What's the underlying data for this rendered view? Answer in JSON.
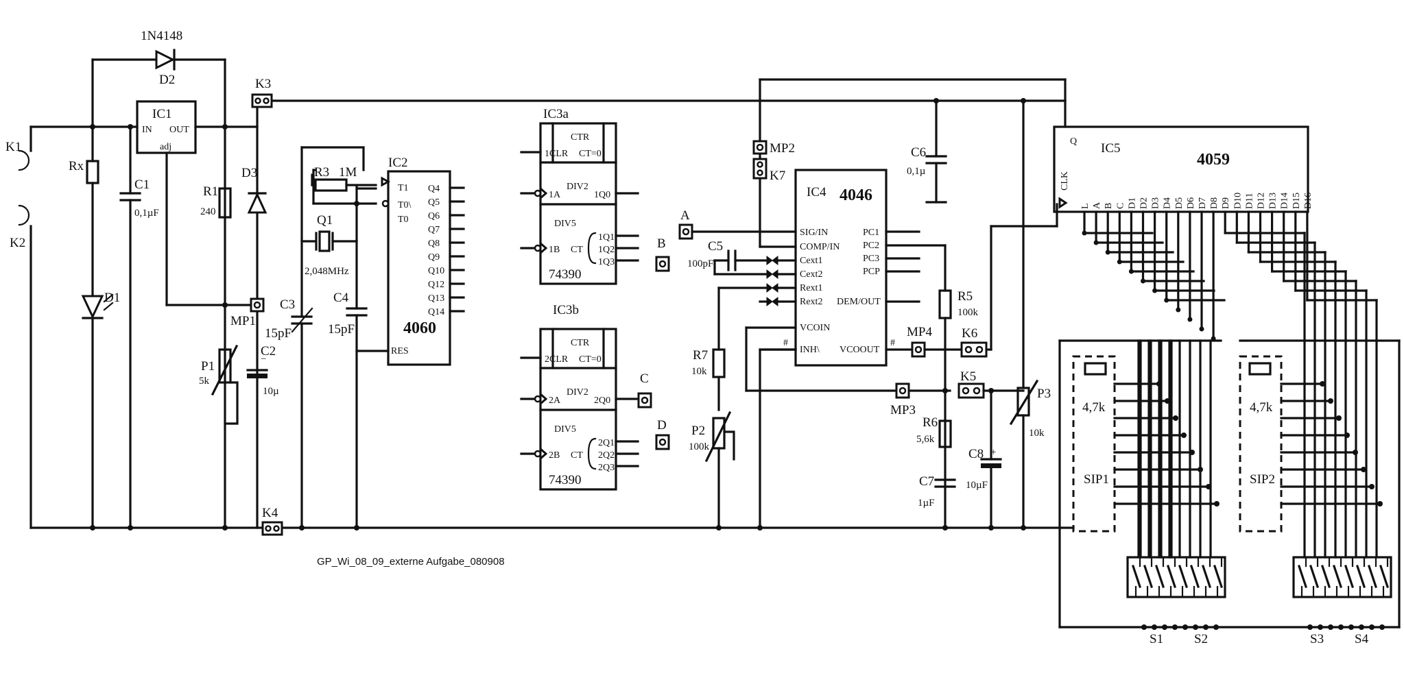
{
  "footer": "GP_Wi_08_09_externe Aufgabe_080908",
  "connectors": {
    "k1": "K1",
    "k2": "K2",
    "k3": "K3",
    "k4": "K4",
    "k5": "K5",
    "k6": "K6",
    "k7": "K7"
  },
  "measure_points": {
    "mp1": "MP1",
    "mp2": "MP2",
    "mp3": "MP3",
    "mp4": "MP4"
  },
  "test_points": {
    "a": "A",
    "b": "B",
    "c": "C",
    "d": "D"
  },
  "components": {
    "d2_type": "1N4148",
    "d2": "D2",
    "d1": "D1",
    "d3": "D3",
    "rx": "Rx",
    "c1": "C1",
    "c1_val": "0,1µF",
    "r1": "R1",
    "r1_val": "240",
    "p1": "P1",
    "p1_val": "5k",
    "c2": "C2",
    "c2_val": "10µ",
    "c2_pol": "−",
    "c3": "C3",
    "c3_val": "15pF",
    "r3": "R3",
    "r3_val": "1M",
    "q1": "Q1",
    "q1_val": "2,048MHz",
    "c4": "C4",
    "c4_val": "15pF",
    "c5": "C5",
    "c5_val": "100pF",
    "r7": "R7",
    "r7_val": "10k",
    "p2": "P2",
    "p2_val": "100k",
    "c6": "C6",
    "c6_val": "0,1µ",
    "r5": "R5",
    "r5_val": "100k",
    "r6": "R6",
    "r6_val": "5,6k",
    "c7": "C7",
    "c7_val": "1µF",
    "c8": "C8",
    "c8_val": "10µF",
    "c8_pol": "+",
    "p3": "P3",
    "p3_val": "10k",
    "sip1": "SIP1",
    "sip1_val": "4,7k",
    "sip2": "SIP2",
    "sip2_val": "4,7k",
    "s1": "S1",
    "s2": "S2",
    "s3": "S3",
    "s4": "S4"
  },
  "ic1": {
    "name": "IC1",
    "in": "IN",
    "out": "OUT",
    "adj": "adj"
  },
  "ic2": {
    "name": "IC2",
    "part": "4060",
    "pins_left": [
      "T1",
      "T0\\",
      "T0"
    ],
    "res": "RES",
    "pins_right": [
      "Q4",
      "Q5",
      "Q6",
      "Q7",
      "Q8",
      "Q9",
      "Q10",
      "Q12",
      "Q13",
      "Q14"
    ]
  },
  "ic3a": {
    "name": "IC3a",
    "ctr": "CTR",
    "clr": "1CLR",
    "ct": "CT=0",
    "div2": "DIV2",
    "in_a": "1A",
    "q0": "1Q0",
    "div5": "DIV5",
    "in_b": "1B",
    "ct_label": "CT",
    "outs": [
      "1Q1",
      "1Q2",
      "1Q3"
    ],
    "part": "74390"
  },
  "ic3b": {
    "name": "IC3b",
    "ctr": "CTR",
    "clr": "2CLR",
    "ct": "CT=0",
    "div2": "DIV2",
    "in_a": "2A",
    "q0": "2Q0",
    "div5": "DIV5",
    "in_b": "2B",
    "ct_label": "CT",
    "outs": [
      "2Q1",
      "2Q2",
      "2Q3"
    ],
    "part": "74390"
  },
  "ic4": {
    "name": "IC4",
    "part": "4046",
    "pins_left": [
      "SIG/IN",
      "COMP/IN",
      "Cext1",
      "Cext2",
      "Rext1",
      "Rext2",
      "VCOIN",
      "INH\\"
    ],
    "pins_right": [
      "PC1",
      "PC2",
      "PC3",
      "PCP",
      "DEM/OUT",
      "VCOOUT"
    ],
    "hash": "#"
  },
  "ic5": {
    "name": "IC5",
    "part": "4059",
    "q": "Q",
    "clk": "CLK",
    "pins": [
      "L",
      "A",
      "B",
      "C",
      "D1",
      "D2",
      "D3",
      "D4",
      "D5",
      "D6",
      "D7",
      "D8",
      "D9",
      "D10",
      "D11",
      "D12",
      "D13",
      "D14",
      "D15",
      "D16"
    ]
  }
}
